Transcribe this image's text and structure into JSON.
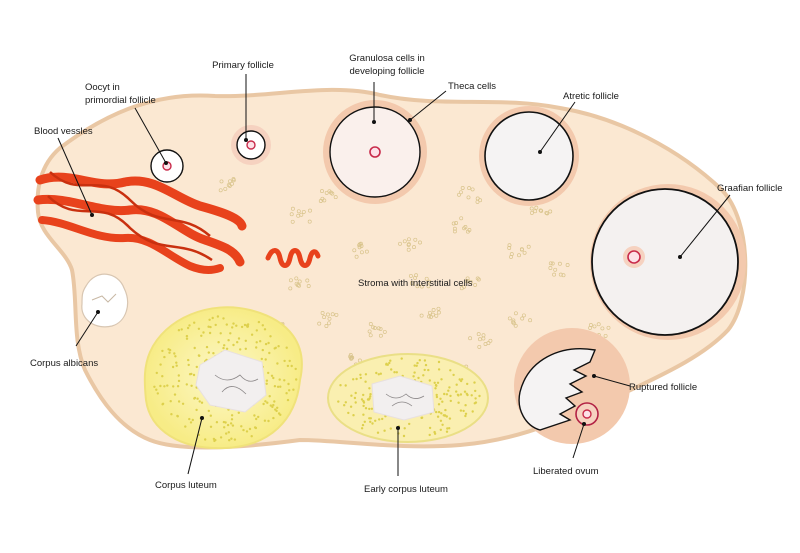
{
  "colors": {
    "ovary_fill": "#fbe8d2",
    "ovary_edge": "#e9c7a4",
    "vessel": "#e8421c",
    "theca": "#f3c9ad",
    "antrum": "#f4f1f0",
    "luteum": "#fbf3a8",
    "luteum_dots": "#ddd04c",
    "oocyte_ring": "#c82a4a",
    "cell_dots": "#e3d1a3"
  },
  "labels": {
    "primary_follicle": "Primary follicle",
    "granulosa_1": "Granulosa cells in",
    "granulosa_2": "developing follicle",
    "theca_cells": "Theca cells",
    "atretic_follicle": "Atretic follicle",
    "oocyte_1": "Oocyt in",
    "oocyte_2": "primordial follicle",
    "blood_vessels": "Blood vessles",
    "graafian_follicle": "Graafian follicle",
    "stroma": "Stroma with interstitial cells",
    "corpus_albicans": "Corpus albicans",
    "ruptured_follicle": "Ruptured follicle",
    "liberated_ovum": "Liberated ovum",
    "corpus_luteum": "Corpus luteum",
    "early_corpus_luteum": "Early corpus luteum"
  }
}
